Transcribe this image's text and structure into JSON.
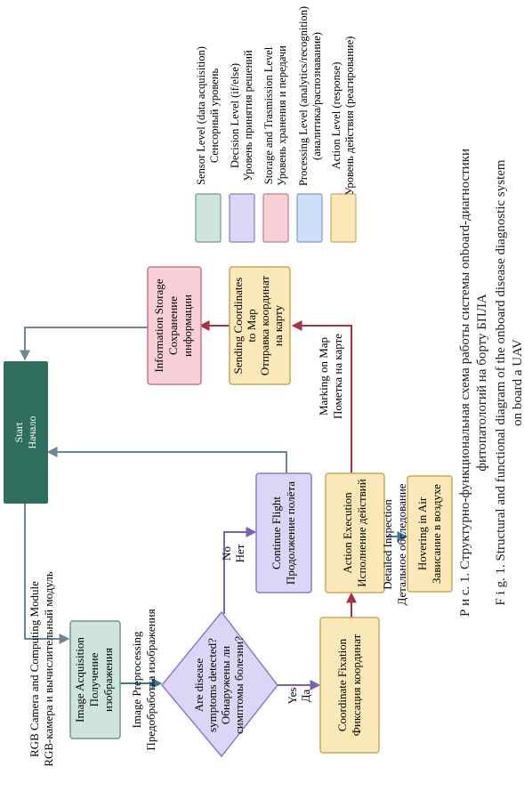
{
  "nodes": {
    "start": [
      "Start",
      "Начало"
    ],
    "rgb": [
      "RGB Camera and Computing Module",
      "RGB-камера и вычислительный модуль"
    ],
    "acq": [
      "Image Acquisition",
      "Получение",
      "изображения"
    ],
    "prep": [
      "Image Preprocessing",
      "Предобработка изображения"
    ],
    "decision": [
      "Are disease",
      "symptoms detected?",
      "Обнаружены ли",
      "симптомы болезни?"
    ],
    "no_label": [
      "No",
      "Нет"
    ],
    "yes_label": [
      "Yes",
      "Да"
    ],
    "continue": [
      "Continue Flight",
      "Продолжение полёта"
    ],
    "coord": [
      "Coordinate Fixation",
      "Фиксация координат"
    ],
    "action": [
      "Action Execution",
      "Исполнение действий"
    ],
    "inspect": [
      "Detailed Inspection",
      "Детальное обследование"
    ],
    "hover": [
      "Hovering in Air",
      "Зависание в воздухе"
    ],
    "marking": [
      "Marking on Map",
      "Пометка на карте"
    ],
    "sending": [
      "Sending Coordinates",
      "to Map",
      "Отправка координат",
      "на карту"
    ],
    "storage": [
      "Information Storage",
      "Сохранение",
      "информации"
    ]
  },
  "legend": [
    {
      "color": "#cfe5dc",
      "border": "#6f9a89",
      "lines": [
        "Sensor Level (data acquisition)",
        "Сенсорный уровень"
      ]
    },
    {
      "color": "#ddd5f6",
      "border": "#8c7bc9",
      "lines": [
        "Decision Level (if/else)",
        "Уровень принятия решений"
      ]
    },
    {
      "color": "#f7cfd6",
      "border": "#c97a88",
      "lines": [
        "Storage and Trasmission Level",
        "Уровень хранения и передачи"
      ]
    },
    {
      "color": "#cddff7",
      "border": "#7d9bc9",
      "lines": [
        "Processing Level (analytics/recognition)",
        "(аналитика/распознавание)"
      ]
    },
    {
      "color": "#fbe8b8",
      "border": "#c8a85a",
      "lines": [
        "Action Level (response)",
        "Уровень действия (реагирование)"
      ]
    }
  ],
  "caption": {
    "ru_lines": [
      "Р и с.  1.  Структурно-функциональная схема работы системы onboard-диагностики",
      "фитопатологий на борту БПЛА"
    ],
    "en_lines": [
      "F i g.  1.  Structural and functional diagram of the onboard disease diagnostic system",
      "on board a UAV"
    ]
  },
  "colors": {
    "sensor_fill": "#cfe5dc",
    "sensor_border": "#6f9a89",
    "decision_fill": "#ddd5f6",
    "decision_border": "#8c7bc9",
    "storage_fill": "#f7cfd6",
    "storage_border": "#c97a88",
    "processing_fill": "#cddff7",
    "processing_border": "#7d9bc9",
    "action_fill": "#fbe8b8",
    "action_border": "#c8a85a",
    "start_fill": "#2f6d5f",
    "arrow_blue": "#3f7596",
    "arrow_grey": "#6e8592",
    "arrow_purple": "#7d5fb5",
    "arrow_red": "#a8323f"
  }
}
